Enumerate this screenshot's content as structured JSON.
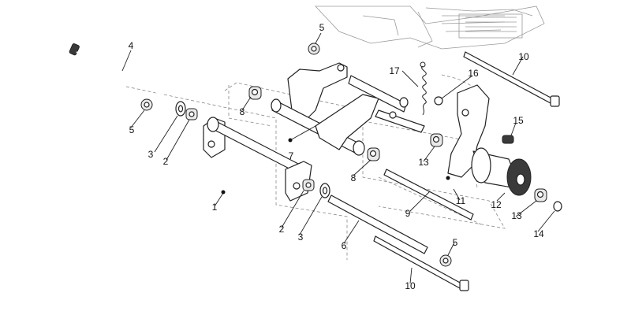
{
  "callouts": [
    "1",
    "2",
    "2",
    "3",
    "3",
    "4",
    "5",
    "5",
    "5",
    "6",
    "7",
    "8",
    "8",
    "9",
    "10",
    "10",
    "11",
    "12",
    "13",
    "13",
    "14",
    "15",
    "16",
    "17"
  ]
}
